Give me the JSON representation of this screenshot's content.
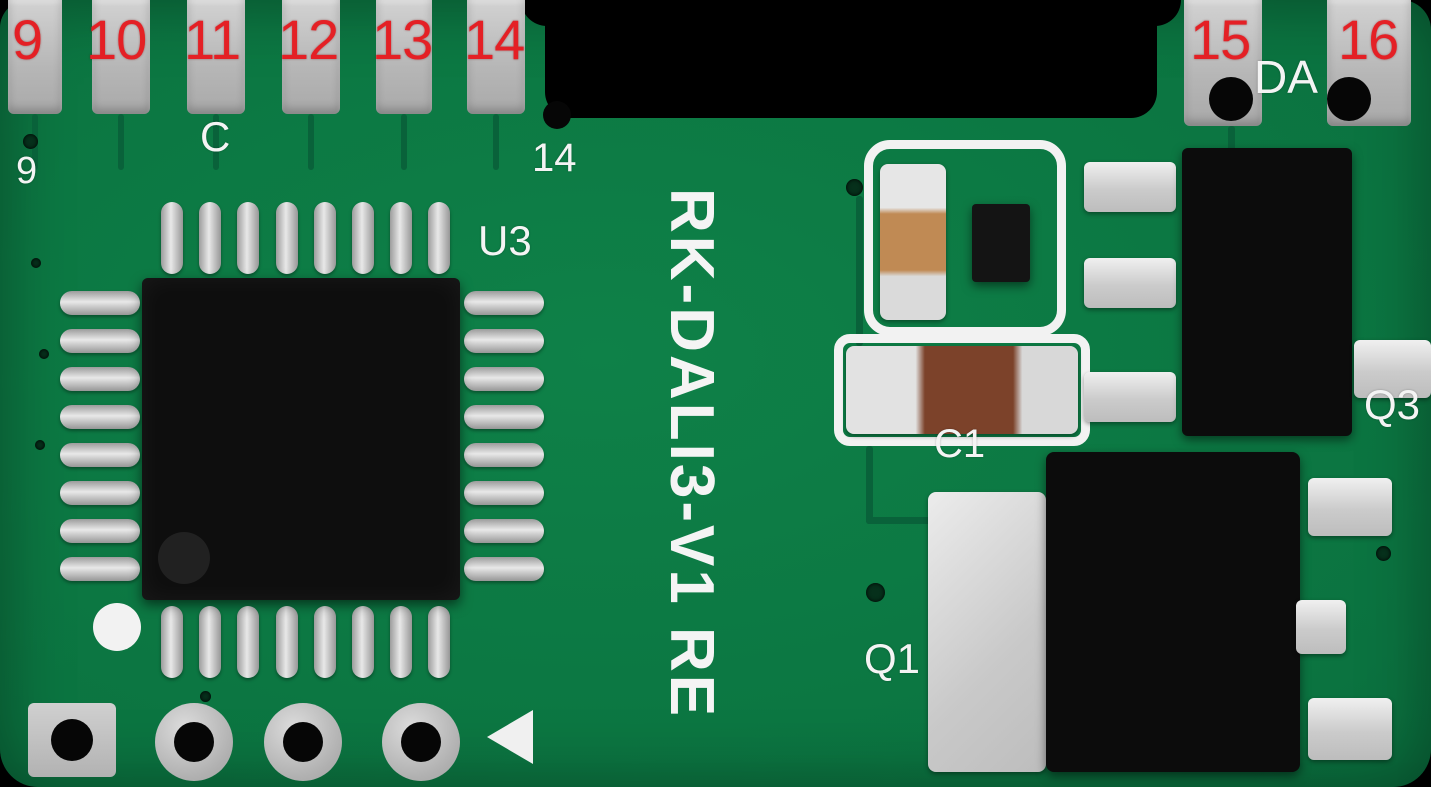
{
  "board": {
    "silkscreen_title": "RK-DALI3-V1 RE",
    "top_pad_numbers_left": [
      "9",
      "10",
      "11",
      "12",
      "13",
      "14"
    ],
    "top_pad_numbers_right": [
      "15",
      "16"
    ],
    "silkscreen_labels": {
      "c": "C",
      "pin9": "9",
      "pin14": "14",
      "ic": "U3",
      "da_bus": "DA",
      "capacitor": "C1",
      "transistor_q3": "Q3",
      "transistor_q1": "Q1"
    },
    "colors": {
      "background": "#000000",
      "pcb_green": "#0b7340",
      "pad_gray": "#bdbdbd",
      "annotation_red": "#e42025",
      "silkscreen_white": "#f4f4f4",
      "ic_body_black": "#0e0e0e",
      "capacitor_brown": "#7c422a",
      "capacitor_tan": "#c08a54",
      "metal_silver": "#d9d9d9"
    }
  }
}
